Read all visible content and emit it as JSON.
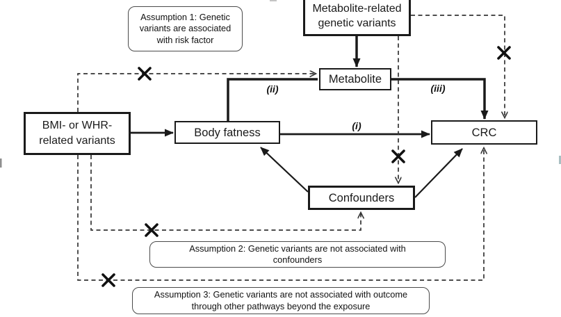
{
  "figure": {
    "nodes": {
      "metabolite_variants": {
        "line1": "Metabolite-related",
        "line2": "genetic variants"
      },
      "metabolite": {
        "label": "Metabolite"
      },
      "bmi_variants": {
        "line1": "BMI- or WHR-",
        "line2": "related variants"
      },
      "body_fatness": {
        "label": "Body fatness"
      },
      "crc": {
        "label": "CRC"
      },
      "confounders": {
        "label": "Confounders"
      }
    },
    "path_labels": {
      "direct_effect": "(i)",
      "exposure_to_metabolite": "(ii)",
      "metabolite_to_outcome": "(iii)"
    },
    "assumptions": {
      "assumption1": {
        "line1": "Assumption 1: Genetic",
        "line2": "variants are associated",
        "line3": "with risk factor"
      },
      "assumption2": {
        "line1": "Assumption 2: Genetic variants are not associated with",
        "line2": "confounders"
      },
      "assumption3": {
        "line1": "Assumption 3: Genetic variants are not associated with outcome",
        "line2": "through other pathways beyond the exposure"
      }
    },
    "colors": {
      "solid_line": "#1a1a1a",
      "dashed_line": "#333333",
      "node_border": "#1a1a1a",
      "assumption_border": "#4a4a4a",
      "background": "#ffffff"
    }
  }
}
